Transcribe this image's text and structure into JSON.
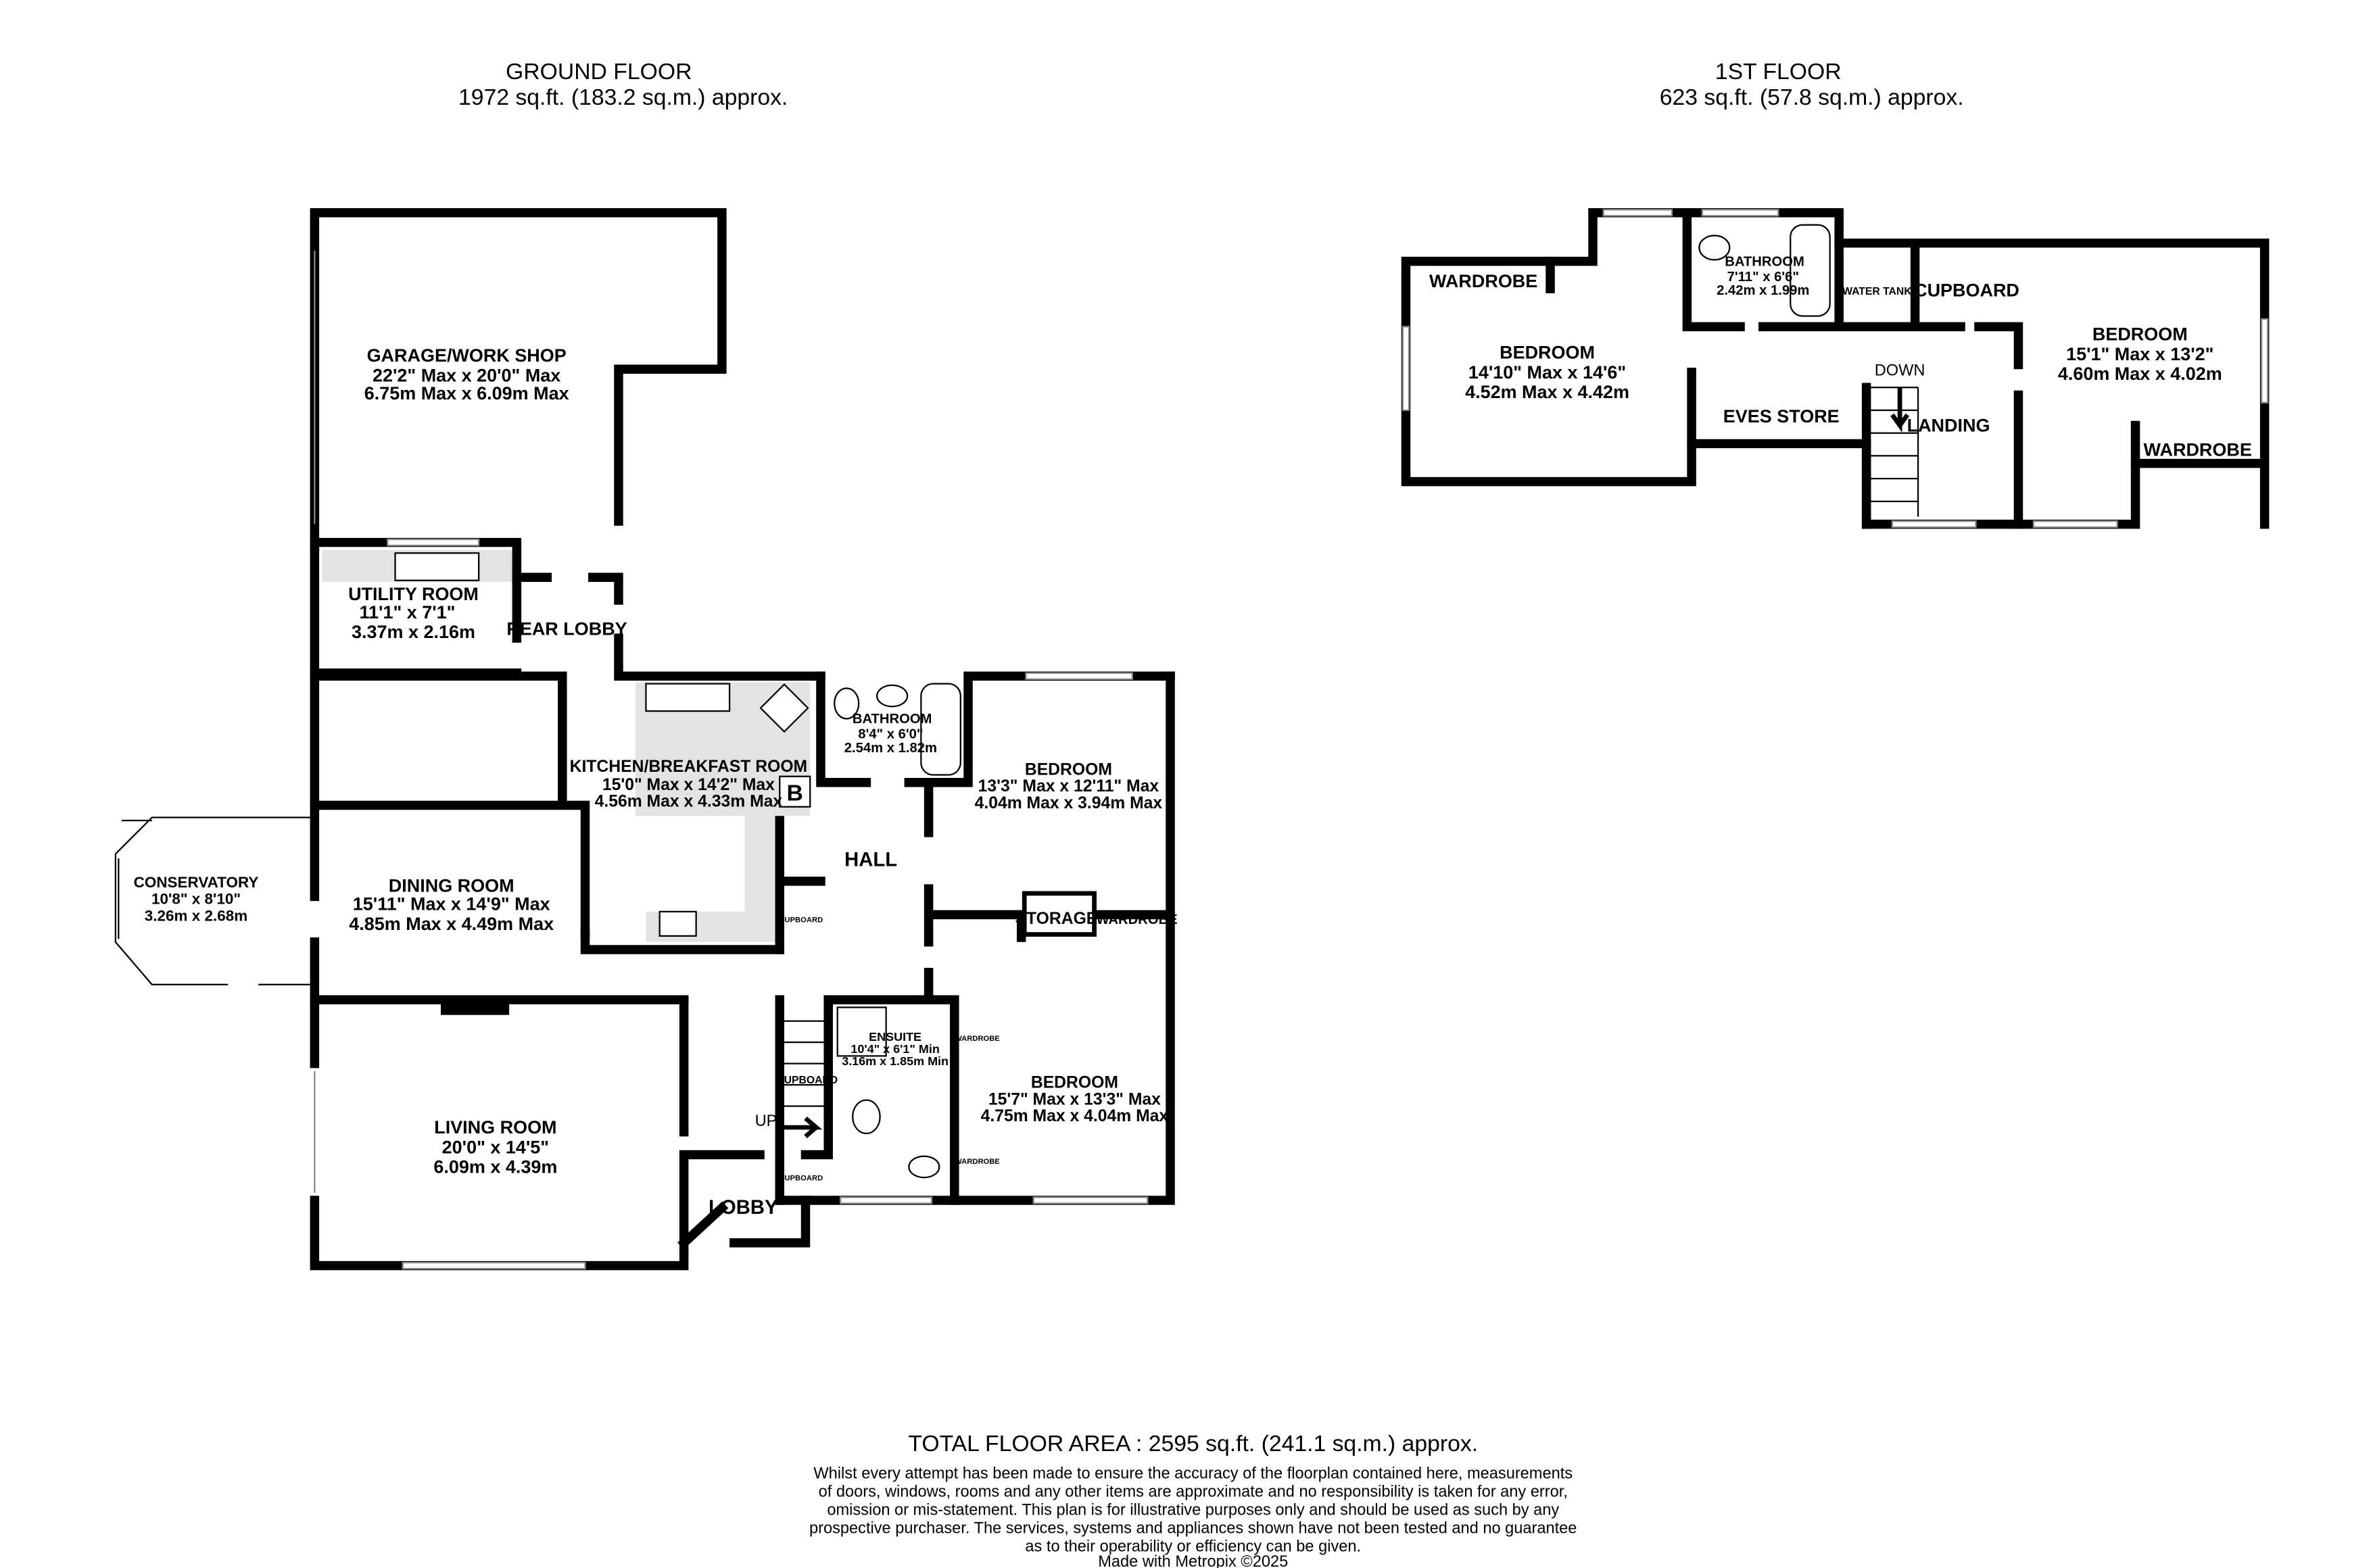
{
  "ground_floor": {
    "title": "GROUND FLOOR",
    "area": "1972 sq.ft. (183.2 sq.m.) approx.",
    "rooms": [
      {
        "name": "GARAGE/WORK SHOP",
        "imperial": "22'2\" Max x 20'0\" Max",
        "metric": "6.75m Max x 6.09m Max"
      },
      {
        "name": "UTILITY ROOM",
        "imperial": "11'1\"  x 7'1\"",
        "metric": "3.37m  x 2.16m"
      },
      {
        "name": "REAR LOBBY"
      },
      {
        "name": "KITCHEN/BREAKFAST ROOM",
        "imperial": "15'0\" Max x 14'2\" Max",
        "metric": "4.56m Max x 4.33m Max"
      },
      {
        "name": "BATHROOM",
        "imperial": "8'4\"  x 6'0\"",
        "metric": "2.54m  x 1.82m"
      },
      {
        "name": "BEDROOM",
        "imperial": "13'3\" Max x 12'11\" Max",
        "metric": "4.04m Max x 3.94m Max"
      },
      {
        "name": "HALL"
      },
      {
        "name": "CONSERVATORY",
        "imperial": "10'8\"  x 8'10\"",
        "metric": "3.26m  x 2.68m"
      },
      {
        "name": "DINING ROOM",
        "imperial": "15'11\" Max x 14'9\" Max",
        "metric": "4.85m Max x 4.49m Max"
      },
      {
        "name": "STORAGE"
      },
      {
        "name": "WARDROBE"
      },
      {
        "name": "ENSUITE",
        "imperial": "10'4\"  x 6'1\" Min",
        "metric": "3.16m  x 1.85m Min"
      },
      {
        "name": "BEDROOM",
        "imperial": "15'7\" Max x 13'3\" Max",
        "metric": "4.75m Max x 4.04m Max"
      },
      {
        "name": "LIVING ROOM",
        "imperial": "20'0\"  x 14'5\"",
        "metric": "6.09m  x 4.39m"
      },
      {
        "name": "LOBBY"
      }
    ],
    "small_labels": {
      "cupboard": "CUPBOARD",
      "wardrobe": "WARDROBE",
      "up": "UP",
      "boiler": "B"
    }
  },
  "first_floor": {
    "title": "1ST FLOOR",
    "area": "623 sq.ft. (57.8 sq.m.) approx.",
    "rooms": [
      {
        "name": "BEDROOM",
        "imperial": "14'10\" Max x 14'6\"",
        "metric": "4.52m Max x 4.42m"
      },
      {
        "name": "BATHROOM",
        "imperial": "7'11\"  x 6'6\"",
        "metric": "2.42m  x 1.99m"
      },
      {
        "name": "WATER TANK"
      },
      {
        "name": "CUPBOARD"
      },
      {
        "name": "BEDROOM",
        "imperial": "15'1\" Max x 13'2\"",
        "metric": "4.60m Max x 4.02m"
      },
      {
        "name": "EVES STORE"
      },
      {
        "name": "LANDING"
      },
      {
        "name": "WARDROBE"
      },
      {
        "name": "WARDROBE"
      }
    ],
    "small_labels": {
      "down": "DOWN"
    }
  },
  "footer": {
    "total": "TOTAL FLOOR AREA : 2595 sq.ft. (241.1 sq.m.) approx.",
    "disclaimer": [
      "Whilst every attempt has been made to ensure the accuracy of the floorplan contained here, measurements",
      "of doors, windows, rooms and any other items are approximate and no responsibility is taken for any error,",
      "omission or mis-statement. This plan is for illustrative purposes only and should be used as such by any",
      "prospective purchaser. The services, systems and appliances shown have not been tested and no guarantee",
      "as to their operability or efficiency can be given."
    ],
    "credit": "Made with Metropix ©2025"
  }
}
